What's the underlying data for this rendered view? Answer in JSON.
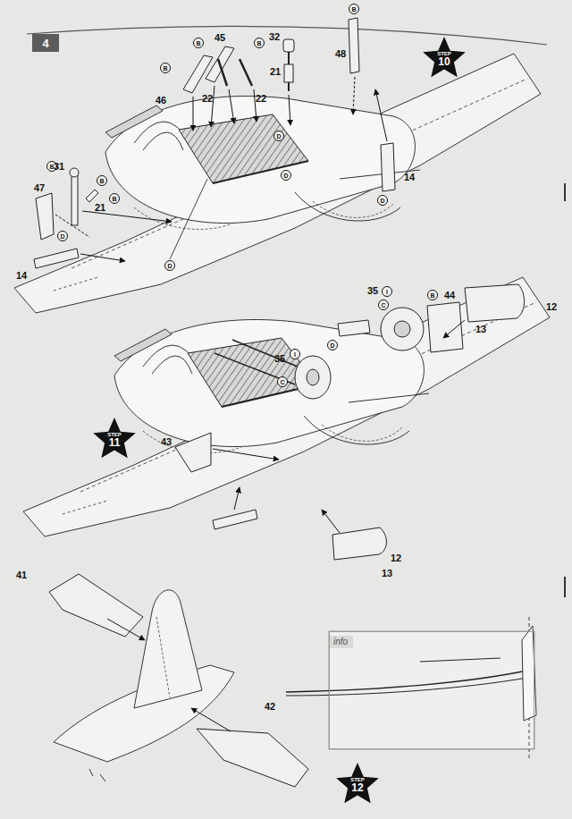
{
  "diagram": {
    "nodes": [
      {
        "text": [
          "4"
        ]
      },
      {
        "text": [
          "STEP",
          "10"
        ]
      },
      {
        "text": [
          "B"
        ]
      },
      {
        "text": [
          "B"
        ]
      },
      {
        "text": [
          "B"
        ]
      },
      {
        "text": [
          "B"
        ]
      },
      {
        "text": [
          "B"
        ]
      },
      {
        "text": [
          "B"
        ]
      },
      {
        "text": [
          "B"
        ]
      },
      {
        "text": [
          "D"
        ]
      },
      {
        "text": [
          "D"
        ]
      },
      {
        "text": [
          "D"
        ]
      },
      {
        "text": [
          "D"
        ]
      },
      {
        "text": [
          "D"
        ]
      },
      {
        "text": [
          "STEP",
          "11"
        ]
      },
      {
        "text": [
          "I"
        ]
      },
      {
        "text": [
          "C"
        ]
      },
      {
        "text": [
          "B"
        ]
      },
      {
        "text": [
          "I"
        ]
      },
      {
        "text": [
          "C"
        ]
      },
      {
        "text": [
          "D"
        ]
      },
      {
        "text": [
          "STEP",
          "12"
        ]
      },
      {
        "text": [
          "info"
        ]
      }
    ],
    "labels": [
      "45",
      "46",
      "22",
      "22",
      "32",
      "21",
      "48",
      "31",
      "47",
      "21",
      "14",
      "14",
      "35",
      "44",
      "12",
      "13",
      "35",
      "43",
      "12",
      "13",
      "41",
      "42"
    ]
  }
}
